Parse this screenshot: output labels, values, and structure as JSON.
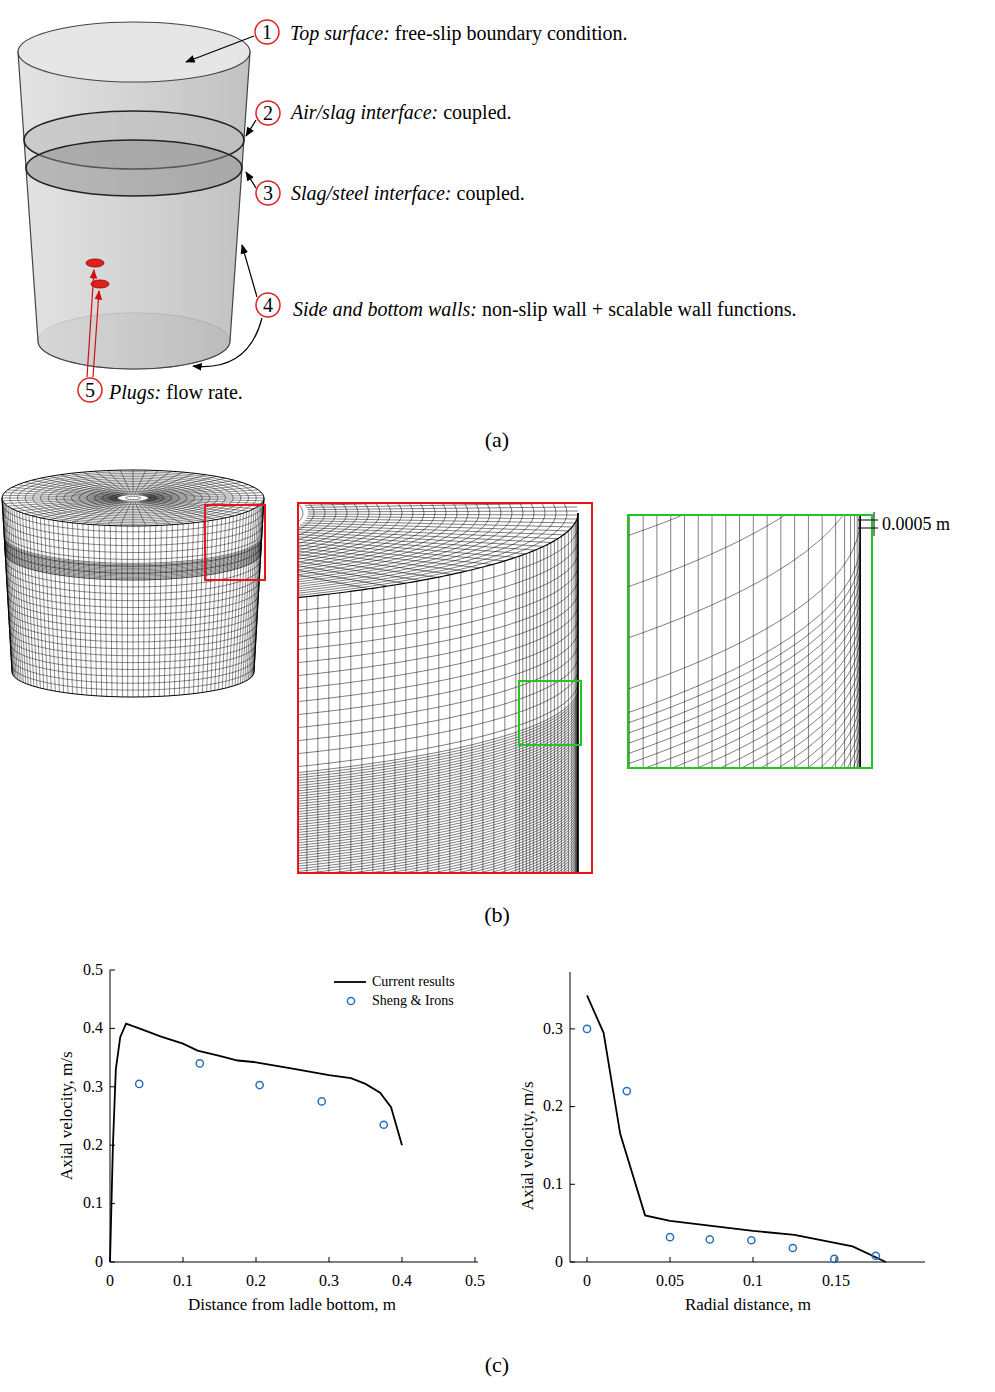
{
  "diagram": {
    "nodes": [
      {
        "text": [
          "1"
        ]
      },
      {
        "text": [
          "2"
        ]
      },
      {
        "text": [
          "3"
        ]
      },
      {
        "text": [
          "4"
        ]
      },
      {
        "text": [
          "5"
        ]
      }
    ],
    "labels": [
      "Top surface:",
      "free-slip boundary condition.",
      "Air/slag interface:",
      "coupled.",
      "Slag/steel interface:",
      "coupled.",
      "Side and bottom walls:",
      "non-slip wall + scalable wall functions.",
      "Plugs:",
      "flow rate.",
      "(a)",
      "0.0005 m",
      "(b)",
      "0",
      "0.1",
      "0.2",
      "0.3",
      "0.4",
      "0.5",
      "0",
      "0.1",
      "0.2",
      "0.3",
      "0.4",
      "0.5",
      "Axial velocity, m/s",
      "Distance from ladle bottom, m",
      "0",
      "0.1",
      "0.2",
      "0.3",
      "0",
      "0.05",
      "0.1",
      "0.15",
      "Axial velocity, m/s",
      "Radial distance, m",
      "(c)"
    ],
    "legend": [
      {
        "text": "Current results"
      },
      {
        "text": "Sheng & Irons"
      }
    ]
  }
}
